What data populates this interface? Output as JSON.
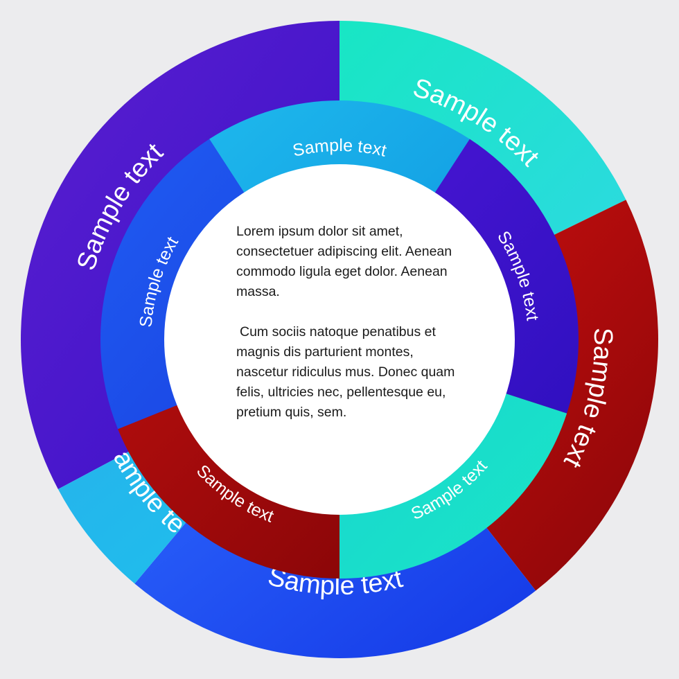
{
  "colors": {
    "background": "#ececee",
    "center": "#ffffff",
    "label_text": "#ffffff",
    "body_text": "#1a1a1a"
  },
  "outer_ring": [
    {
      "label": "Sample text",
      "color_start": "#5a1fd0",
      "color_end": "#3a10c8"
    },
    {
      "label": "Sample text",
      "color_start": "#18e6c4",
      "color_end": "#2fd8e4"
    },
    {
      "label": "Sample text",
      "color_start": "#d01010",
      "color_end": "#8a0608"
    },
    {
      "label": "Sample text",
      "color_start": "#2f6bff",
      "color_end": "#1438e6"
    },
    {
      "label": "Sample text",
      "color_start": "#28b0ea",
      "color_end": "#1cc2ee"
    }
  ],
  "inner_ring": [
    {
      "label": "Sample text",
      "color_start": "#1eb8ec",
      "color_end": "#0f98e2"
    },
    {
      "label": "Sample text",
      "color_start": "#4a16d4",
      "color_end": "#3010c0"
    },
    {
      "label": "Sample text",
      "color_start": "#18d4d0",
      "color_end": "#1ae6c6"
    },
    {
      "label": "Sample text",
      "color_start": "#b40e0e",
      "color_end": "#8c0608"
    },
    {
      "label": "Sample text",
      "color_start": "#1f5cf2",
      "color_end": "#1a40e0"
    }
  ],
  "center_text": {
    "paragraph_1": "Lorem ipsum dolor sit amet, consectetuer adipiscing elit. Aenean commodo ligula eget dolor. Aenean massa.",
    "paragraph_2": "Cum sociis natoque penatibus et magnis dis parturient montes, nascetur ridiculus mus. Donec quam felis, ultricies nec, pellentesque eu, pretium quis, sem."
  }
}
